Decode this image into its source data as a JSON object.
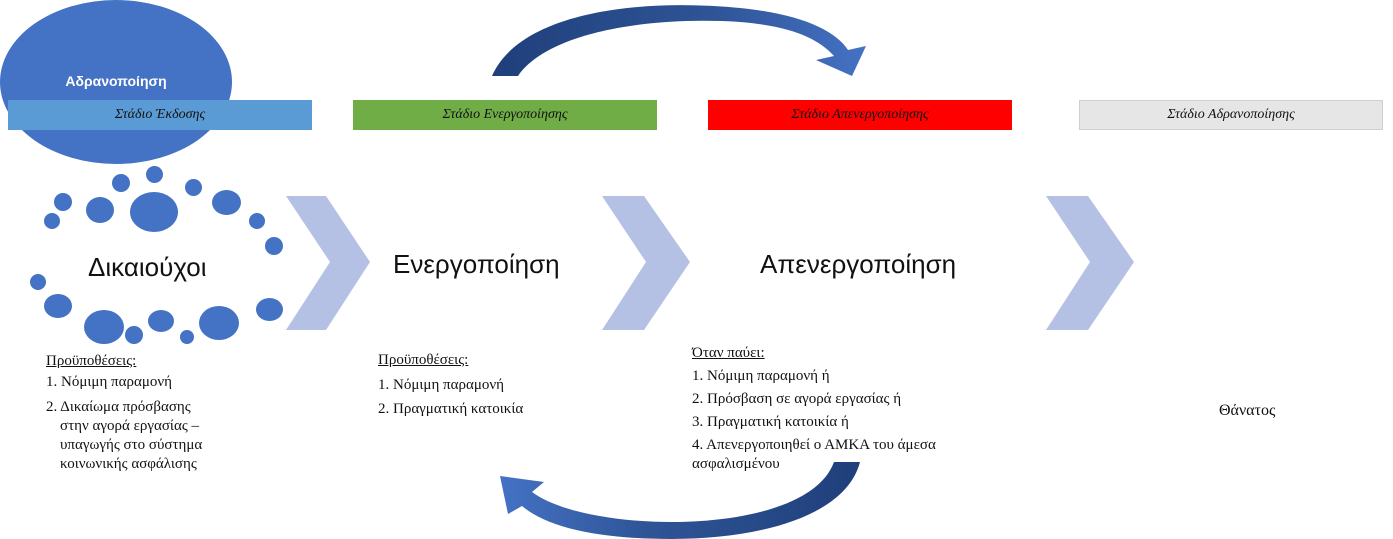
{
  "stages": {
    "issue": "Στάδιο Έκδοσης",
    "activation": "Στάδιο Ενεργοποίησης",
    "deactivation": "Στάδιο Απενεργοποίησης",
    "inactivation": "Στάδιο Αδρανοποίησης"
  },
  "nodes": {
    "beneficiaries": "Δικαιούχοι",
    "activation": "Ενεργοποίηση",
    "deactivation": "Απενεργοποίηση",
    "inactivation": "Αδρανοποίηση"
  },
  "beneficiaries_conditions": {
    "heading": "Προϋποθέσεις:",
    "items": [
      "1. Νόμιμη παραμονή",
      "2. Δικαίωμα πρόσβασης",
      "στην αγορά εργασίας –",
      "υπαγωγής στο σύστημα",
      "κοινωνικής ασφάλισης"
    ]
  },
  "activation_conditions": {
    "heading": "Προϋποθέσεις:",
    "items": [
      "1. Νόμιμη παραμονή",
      "2. Πραγματική κατοικία"
    ]
  },
  "deactivation_conditions": {
    "heading": "Όταν παύει:",
    "items": [
      "1. Νόμιμη παραμονή ή",
      "2. Πρόσβαση σε αγορά εργασίας ή",
      "3. Πραγματική κατοικία ή",
      "4. Απενεργοποιηθεί ο ΑΜΚΑ του άμεσα",
      "ασφαλισμένου"
    ]
  },
  "inactivation_reason": "Θάνατος",
  "colors": {
    "issue": "#5b9bd5",
    "activation": "#70ad47",
    "deactivation": "#ff0000",
    "inactivation": "#e7e6e6",
    "circles": "#4472c4",
    "chevron": "#b4c1e4",
    "curved_arrow": "#2f5597"
  }
}
